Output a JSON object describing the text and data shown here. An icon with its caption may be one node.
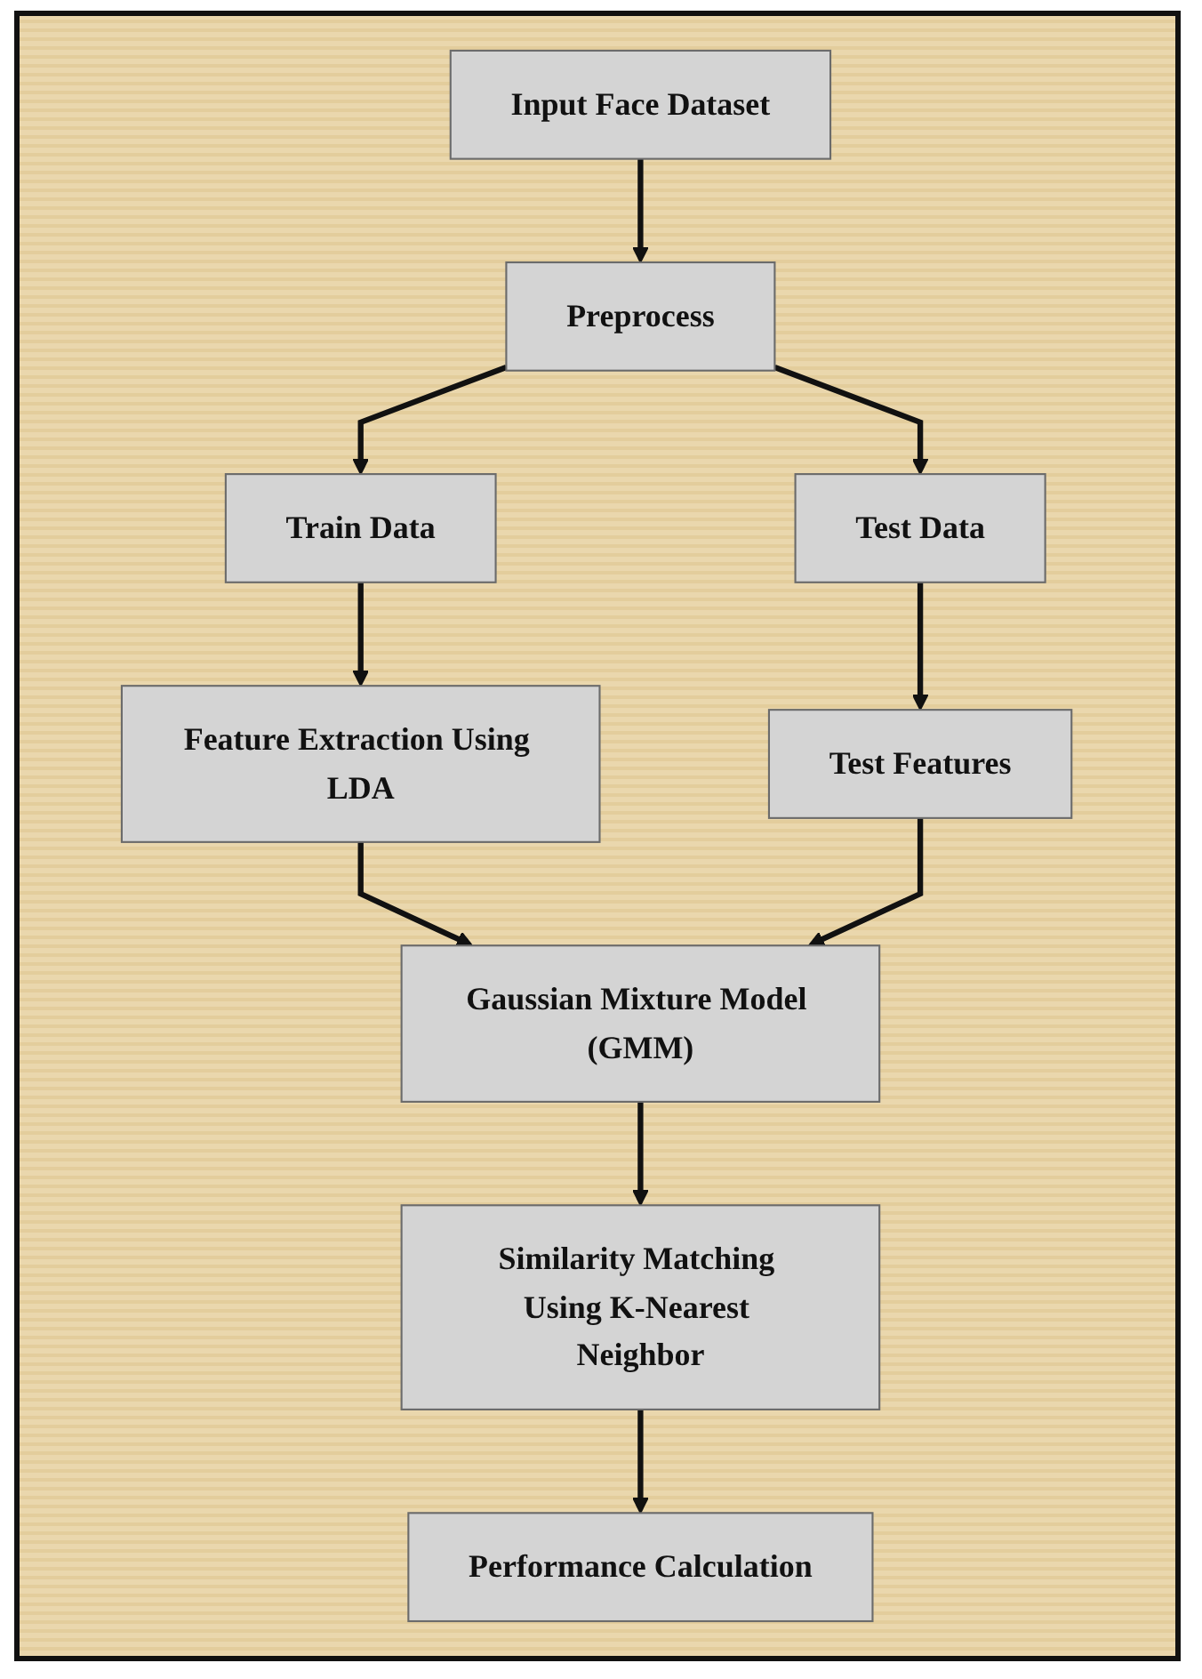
{
  "diagram": {
    "nodes": [
      {
        "text": [
          "Input Face Dataset"
        ]
      },
      {
        "text": [
          "Preprocess"
        ]
      },
      {
        "text": [
          "Train Data"
        ]
      },
      {
        "text": [
          "Test Data"
        ]
      },
      {
        "text": [
          "Feature Extraction Using LDA"
        ]
      },
      {
        "text": [
          "Test Features"
        ]
      },
      {
        "text": [
          "Gaussian Mixture Model (GMM)"
        ]
      },
      {
        "text": [
          "Similarity Matching Using K-Nearest Neighbor"
        ]
      },
      {
        "text": [
          "Performance Calculation"
        ]
      }
    ],
    "edges": [
      {
        "from": 0,
        "to": 1,
        "arrow": "to"
      },
      {
        "from": 1,
        "to": 2,
        "arrow": "to"
      },
      {
        "from": 1,
        "to": 3,
        "arrow": "to"
      },
      {
        "from": 2,
        "to": 4,
        "arrow": "to"
      },
      {
        "from": 3,
        "to": 5,
        "arrow": "to"
      },
      {
        "from": 4,
        "to": 6,
        "arrow": "to"
      },
      {
        "from": 5,
        "to": 6,
        "arrow": "to"
      },
      {
        "from": 6,
        "to": 7,
        "arrow": "to"
      },
      {
        "from": 7,
        "to": 8,
        "arrow": "to"
      }
    ]
  }
}
